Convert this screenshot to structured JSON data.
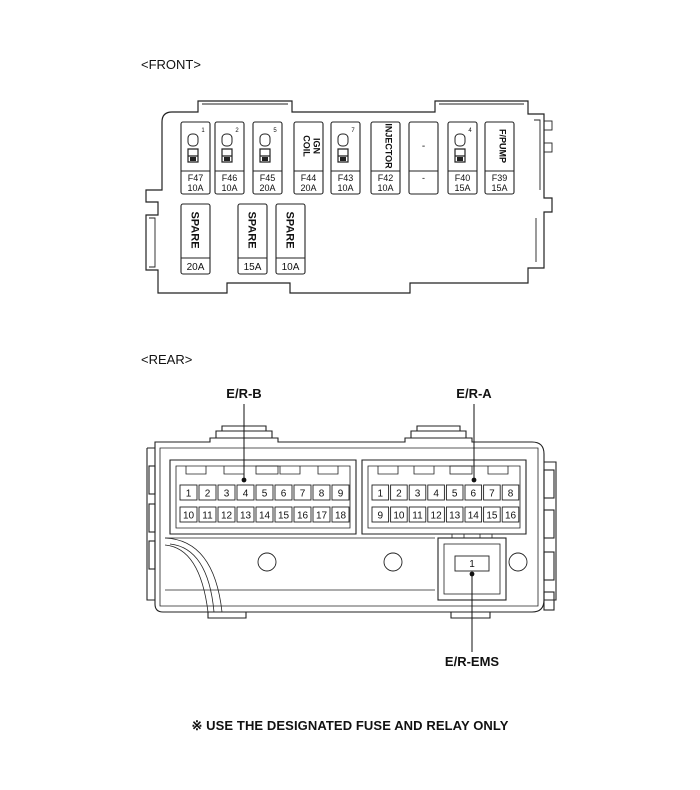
{
  "front": {
    "heading": "<FRONT>",
    "fuses_top": [
      {
        "type": "icon",
        "num": "1",
        "name": "F47",
        "amp": "10A"
      },
      {
        "type": "icon",
        "num": "2",
        "name": "F46",
        "amp": "10A"
      },
      {
        "type": "icon",
        "num": "5",
        "name": "F45",
        "amp": "20A"
      },
      {
        "type": "text",
        "label": "IGN\nCOIL",
        "name": "F44",
        "amp": "20A"
      },
      {
        "type": "icon",
        "num": "7",
        "name": "F43",
        "amp": "10A"
      },
      {
        "type": "text",
        "label": "INJECTOR",
        "name": "F42",
        "amp": "10A"
      },
      {
        "type": "empty",
        "label": "-",
        "name": "-",
        "amp": ""
      },
      {
        "type": "icon",
        "num": "4",
        "name": "F40",
        "amp": "15A"
      },
      {
        "type": "text",
        "label": "F/PUMP",
        "name": "F39",
        "amp": "15A"
      }
    ],
    "spares": [
      {
        "label": "SPARE",
        "amp": "20A"
      },
      {
        "label": "SPARE",
        "amp": "15A"
      },
      {
        "label": "SPARE",
        "amp": "10A"
      }
    ]
  },
  "rear": {
    "heading": "<REAR>",
    "connector_b": {
      "label": "E/R-B",
      "pins_row1": [
        "1",
        "2",
        "3",
        "4",
        "5",
        "6",
        "7",
        "8",
        "9"
      ],
      "pins_row2": [
        "10",
        "11",
        "12",
        "13",
        "14",
        "15",
        "16",
        "17",
        "18"
      ]
    },
    "connector_a": {
      "label": "E/R-A",
      "pins_row1": [
        "1",
        "2",
        "3",
        "4",
        "5",
        "6",
        "7",
        "8"
      ],
      "pins_row2": [
        "9",
        "10",
        "11",
        "12",
        "13",
        "14",
        "15",
        "16"
      ]
    },
    "connector_ems": {
      "label": "E/R-EMS",
      "pin": "1"
    }
  },
  "note": "※ USE THE DESIGNATED FUSE AND RELAY ONLY"
}
